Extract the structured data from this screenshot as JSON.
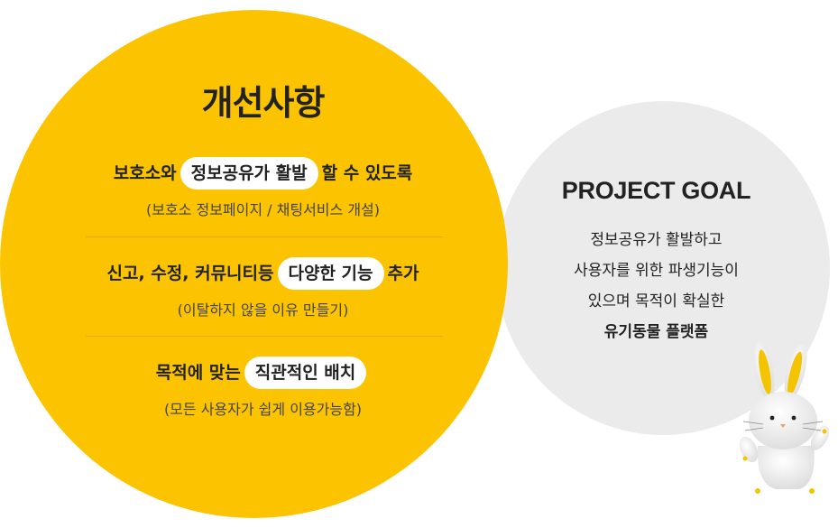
{
  "improvements": {
    "title": "개선사항",
    "items": [
      {
        "before": "보호소와",
        "highlight": "정보공유가 활발",
        "after": "할 수 있도록",
        "note": "(보호소 정보페이지 / 채팅서비스 개설)"
      },
      {
        "before": "신고, 수정, 커뮤니티등",
        "highlight": "다양한 기능",
        "after": "추가",
        "note": "(이탈하지 않을 이유 만들기)"
      },
      {
        "before": "목적에 맞는",
        "highlight": "직관적인 배치",
        "after": "",
        "note": "(모든 사용자가 쉽게 이용가능함)"
      }
    ]
  },
  "goal": {
    "title": "PROJECT GOAL",
    "lines": [
      "정보공유가 활발하고",
      "사용자를 위한 파생기능이",
      "있으며 목적이 확실한"
    ],
    "emphasis": "유기동물 플랫폼"
  },
  "colors": {
    "accent": "#fcc400",
    "goal_bg": "#ebebeb",
    "pill": "#ffffff",
    "text": "#222222"
  },
  "icons": {
    "mascot": "rabbit-mascot-icon"
  }
}
